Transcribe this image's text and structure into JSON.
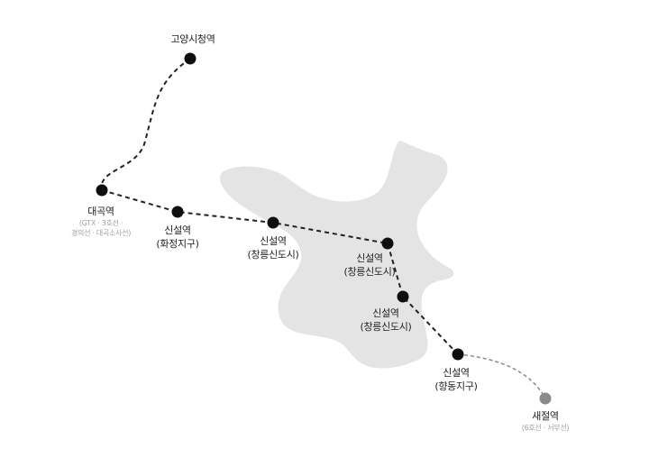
{
  "colors": {
    "land": "#e4e4e4",
    "route": "#222222",
    "route_planned": "#8a8a8a",
    "station": "#0f0f0f",
    "station_planned": "#8a8a8a",
    "text": "#222222",
    "subtext": "#a0a0a0"
  },
  "stations": [
    {
      "id": "goyang-city-hall",
      "name": "고양시청역",
      "detail": "",
      "lines": []
    },
    {
      "id": "daegok",
      "name": "대곡역",
      "detail": "",
      "lines": [
        "(GTX · 3호선 ·",
        "경의선 · 대곡소사선)"
      ]
    },
    {
      "id": "hwajeong",
      "name": "신설역",
      "detail": "(화정지구)",
      "lines": []
    },
    {
      "id": "changneung-1",
      "name": "신설역",
      "detail": "(창릉신도시)",
      "lines": []
    },
    {
      "id": "changneung-2",
      "name": "신설역",
      "detail": "(창릉신도시)",
      "lines": []
    },
    {
      "id": "changneung-3",
      "name": "신설역",
      "detail": "(창릉신도시)",
      "lines": []
    },
    {
      "id": "hyangdong",
      "name": "신설역",
      "detail": "(향동지구)",
      "lines": []
    },
    {
      "id": "saejeol",
      "name": "새절역",
      "detail": "",
      "lines": [
        "(6호선 · 서부선)"
      ]
    }
  ]
}
